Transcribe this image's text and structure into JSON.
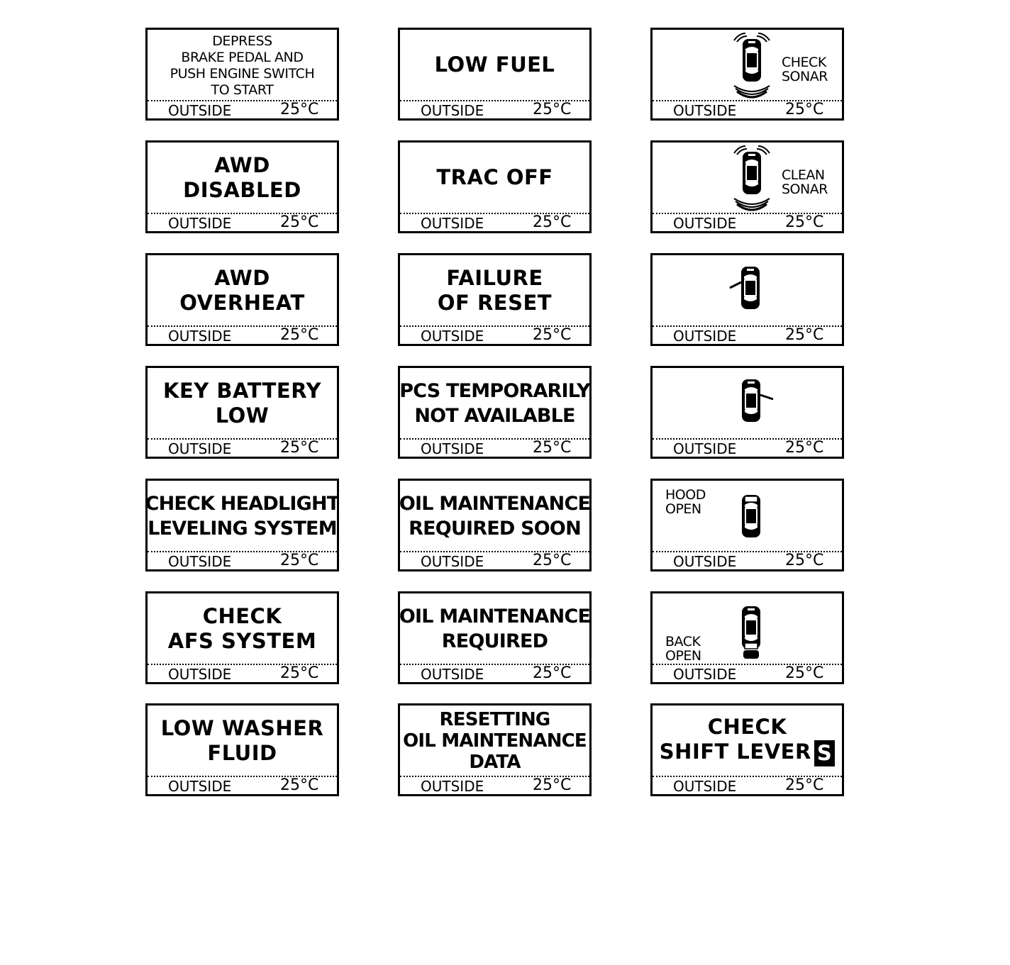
{
  "footer": {
    "label": "OUTSIDE",
    "temp": "25°C"
  },
  "panels": {
    "depress_brake": {
      "lines": [
        "DEPRESS",
        "BRAKE PEDAL AND",
        "PUSH ENGINE SWITCH",
        "TO START"
      ]
    },
    "low_fuel": {
      "lines": [
        "LOW FUEL"
      ]
    },
    "check_sonar": {
      "lines": [
        "CHECK",
        "SONAR"
      ],
      "icon": "car-sonar-icon"
    },
    "awd_disabled": {
      "lines": [
        "AWD",
        "DISABLED"
      ]
    },
    "trac_off": {
      "lines": [
        "TRAC OFF"
      ]
    },
    "clean_sonar": {
      "lines": [
        "CLEAN",
        "SONAR"
      ],
      "icon": "car-sonar-icon"
    },
    "awd_overheat": {
      "lines": [
        "AWD",
        "OVERHEAT"
      ]
    },
    "failure_of_reset": {
      "lines": [
        "FAILURE",
        "OF RESET"
      ]
    },
    "door_left_open": {
      "icon": "car-left-door-open-icon"
    },
    "key_battery_low": {
      "lines": [
        "KEY BATTERY",
        "LOW"
      ]
    },
    "pcs_unavailable": {
      "lines": [
        "PCS TEMPORARILY",
        "NOT AVAILABLE"
      ]
    },
    "door_right_open": {
      "icon": "car-right-door-open-icon"
    },
    "check_headlight": {
      "lines": [
        "CHECK HEADLIGHT",
        "LEVELING SYSTEM"
      ]
    },
    "oil_soon": {
      "lines": [
        "OIL MAINTENANCE",
        "REQUIRED SOON"
      ]
    },
    "hood_open": {
      "lines": [
        "HOOD",
        "OPEN"
      ],
      "icon": "car-hood-open-icon"
    },
    "check_afs": {
      "lines": [
        "CHECK",
        "AFS SYSTEM"
      ]
    },
    "oil_required": {
      "lines": [
        "OIL MAINTENANCE",
        "REQUIRED"
      ]
    },
    "back_open": {
      "lines": [
        "BACK",
        "OPEN"
      ],
      "icon": "car-back-open-icon"
    },
    "low_washer": {
      "lines": [
        "LOW WASHER",
        "FLUID"
      ]
    },
    "resetting_oil": {
      "lines": [
        "RESETTING",
        "OIL MAINTENANCE",
        "DATA"
      ]
    },
    "check_shift": {
      "lines": [
        "CHECK",
        "SHIFT LEVER"
      ],
      "badge": "S"
    }
  }
}
